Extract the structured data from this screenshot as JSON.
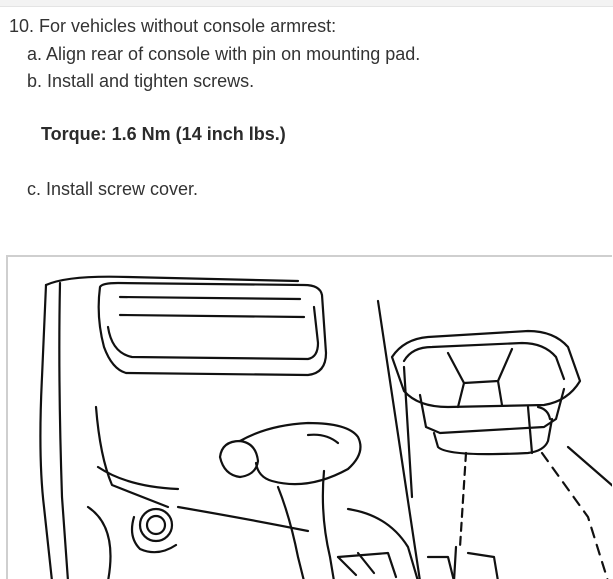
{
  "step": {
    "title": "10. For vehicles without console armrest:",
    "items": [
      "a. Align rear of console with pin on mounting pad.",
      "b. Install and tighten screws."
    ],
    "torque": "Torque: 1.6 Nm (14 inch lbs.)",
    "final_item": "c. Install screw cover."
  }
}
